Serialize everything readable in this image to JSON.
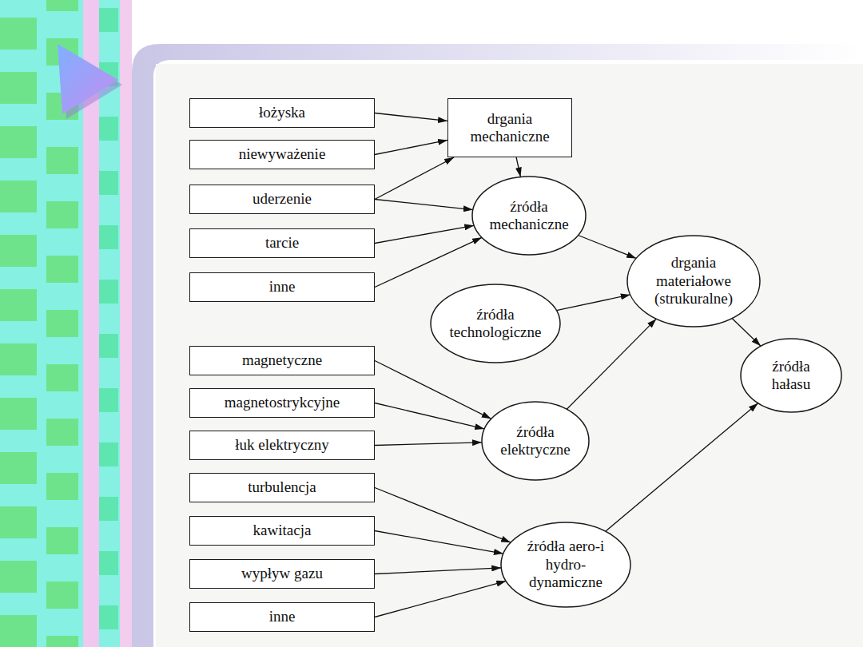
{
  "diagram": {
    "nodes": [
      {
        "text": [
          "łożyska"
        ]
      },
      {
        "text": [
          "niewyważenie"
        ]
      },
      {
        "text": [
          "uderzenie"
        ]
      },
      {
        "text": [
          "tarcie"
        ]
      },
      {
        "text": [
          "inne"
        ]
      },
      {
        "text": [
          "magnetyczne"
        ]
      },
      {
        "text": [
          "magnetostrykcyjne"
        ]
      },
      {
        "text": [
          "łuk elektryczny"
        ]
      },
      {
        "text": [
          "turbulencja"
        ]
      },
      {
        "text": [
          "kawitacja"
        ]
      },
      {
        "text": [
          "wypływ gazu"
        ]
      },
      {
        "text": [
          "inne"
        ]
      },
      {
        "text": [
          "drgania mechaniczne"
        ]
      },
      {
        "text": [
          "źródła mechaniczne"
        ]
      },
      {
        "text": [
          "źródła technologiczne"
        ]
      },
      {
        "text": [
          "źródła elektryczne"
        ]
      },
      {
        "text": [
          "źródła aero-i hydro-dynamiczne"
        ]
      },
      {
        "text": [
          "drgania materiałowe (strukuralne)"
        ]
      },
      {
        "text": [
          "źródła hałasu"
        ]
      }
    ],
    "edges": [
      {
        "from": 0,
        "to": 12,
        "arrow": "to"
      },
      {
        "from": 1,
        "to": 12,
        "arrow": "to"
      },
      {
        "from": 2,
        "to": 12,
        "arrow": "to"
      },
      {
        "from": 2,
        "to": 13,
        "arrow": "to"
      },
      {
        "from": 3,
        "to": 13,
        "arrow": "to"
      },
      {
        "from": 4,
        "to": 13,
        "arrow": "to"
      },
      {
        "from": 12,
        "to": 13,
        "arrow": "to"
      },
      {
        "from": 13,
        "to": 17,
        "arrow": "to"
      },
      {
        "from": 14,
        "to": 17,
        "arrow": "to"
      },
      {
        "from": 5,
        "to": 15,
        "arrow": "to"
      },
      {
        "from": 6,
        "to": 15,
        "arrow": "to"
      },
      {
        "from": 7,
        "to": 15,
        "arrow": "to"
      },
      {
        "from": 15,
        "to": 17,
        "arrow": "to"
      },
      {
        "from": 8,
        "to": 16,
        "arrow": "to"
      },
      {
        "from": 9,
        "to": 16,
        "arrow": "to"
      },
      {
        "from": 10,
        "to": 16,
        "arrow": "to"
      },
      {
        "from": 11,
        "to": 16,
        "arrow": "to"
      },
      {
        "from": 17,
        "to": 18,
        "arrow": "to"
      },
      {
        "from": 16,
        "to": 18,
        "arrow": "to"
      }
    ]
  }
}
